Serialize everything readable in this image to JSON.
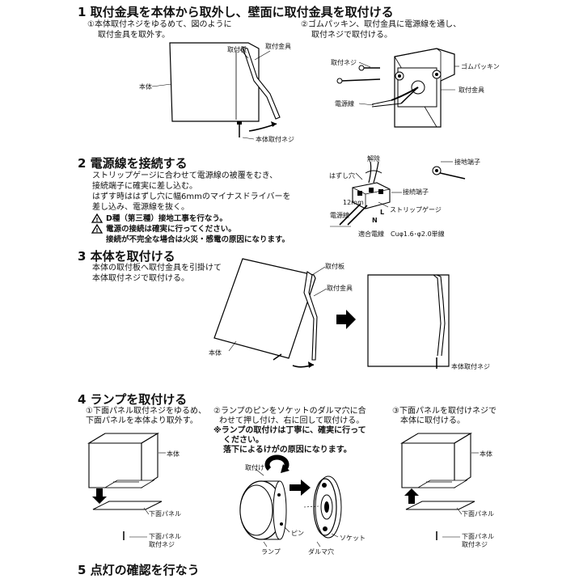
{
  "step1": {
    "title": "1 取付金具を本体から取外し、壁面に取付金具を取付ける",
    "sub1_line1": "①本体取付ネジをゆるめて、図のように",
    "sub1_line2": "取付金具を取外す。",
    "sub2_line1": "②ゴムパッキン、取付金具に電源線を通し、",
    "sub2_line2": "取付ネジで取付ける。",
    "fig1": {
      "body": "本体",
      "plate": "取付板",
      "bracket": "取付金具",
      "screw": "本体取付ネジ"
    },
    "fig2": {
      "screw": "取付ネジ",
      "gasket": "ゴムパッキン",
      "bracket": "取付金具",
      "cable": "電源線"
    }
  },
  "step2": {
    "title": "2 電源線を接続する",
    "line1": "ストリップゲージに合わせて電源線の被覆をむき、",
    "line2": "接続端子に確実に差し込む。",
    "line3": "はずす時ははずし穴に幅6mmのマイナスドライバーを",
    "line4": "差し込み、電源線を抜く。",
    "warn1": "D種（第三種）接地工事を行なう。",
    "warn2": "電源の接続は確実に行ってください。",
    "warn3": "接続が不完全な場合は火災・感電の原因になります。",
    "fig": {
      "release": "解除",
      "hole": "はずし穴",
      "terminal": "接続端子",
      "ground": "接地端子",
      "length": "12mm",
      "cable": "電源線",
      "strip": "ストリップゲージ",
      "l": "L",
      "n": "N",
      "spec": "適合電線　Cuφ1.6･φ2.0単線"
    }
  },
  "step3": {
    "title": "3 本体を取付ける",
    "line1": "本体の取付板へ取付金具を引掛けて",
    "line2": "本体取付ネジで取付ける。",
    "fig": {
      "plate": "取付板",
      "bracket": "取付金具",
      "body": "本体",
      "screw": "本体取付ネジ"
    }
  },
  "step4": {
    "title": "4 ランプを取付ける",
    "sub1_line1": "①下面パネル取付ネジをゆるめ、",
    "sub1_line2": "下面パネルを本体より取外す。",
    "sub2_line1": "②ランプのピンをソケットのダルマ穴に合",
    "sub2_line2": "わせて押し付け、右に回して取付ける。",
    "sub2_note1": "※ランプの取付けは丁寧に、確実に行って",
    "sub2_note2": "ください。",
    "sub2_note3": "落下によるけがの原因になります。",
    "sub3_line1": "③下面パネルを取付けネジで",
    "sub3_line2": "本体に取付ける。",
    "fig1": {
      "body": "本体",
      "panel": "下面パネル",
      "screw1": "下面パネル",
      "screw2": "取付ネジ"
    },
    "fig2": {
      "attach": "取付け",
      "pin": "ピン",
      "socket": "ソケット",
      "lamp": "ランプ",
      "hole": "ダルマ穴"
    },
    "fig3": {
      "body": "本体",
      "panel": "下面パネル",
      "screw1": "下面パネル",
      "screw2": "取付ネジ"
    }
  },
  "step5": {
    "title": "5 点灯の確認を行なう"
  }
}
